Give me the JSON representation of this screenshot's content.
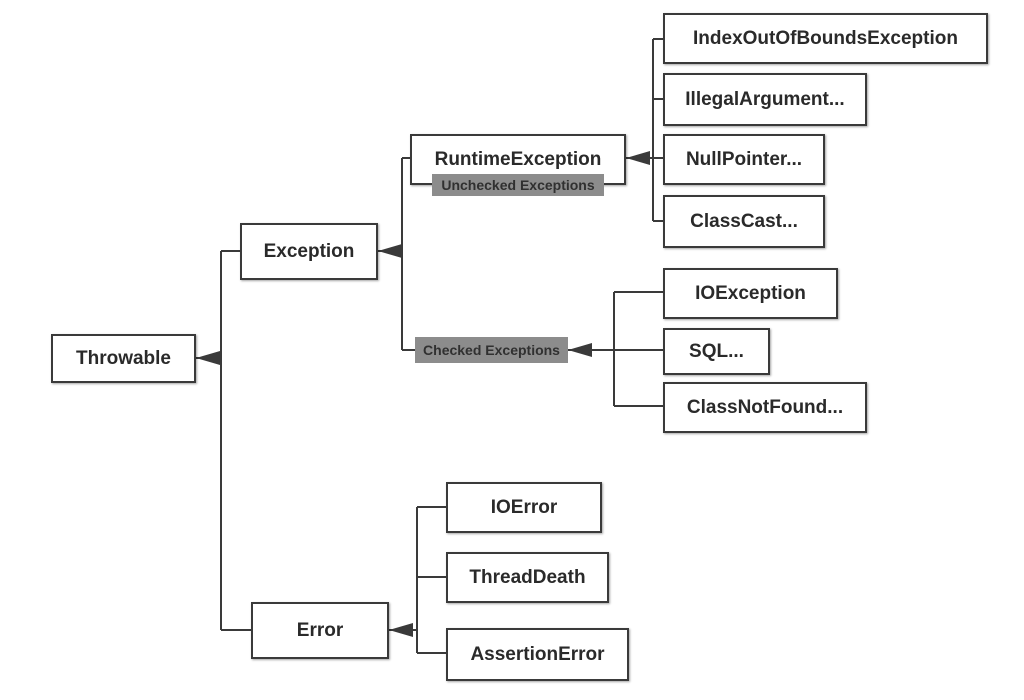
{
  "diagram": {
    "root": "Throwable",
    "exception": "Exception",
    "error": "Error",
    "runtime_exception": "RuntimeException",
    "unchecked_label": "Unchecked Exceptions",
    "checked_label": "Checked Exceptions",
    "runtime_children": [
      "IndexOutOfBoundsException",
      "IllegalArgument...",
      "NullPointer...",
      "ClassCast..."
    ],
    "checked_children": [
      "IOException",
      "SQL...",
      "ClassNotFound..."
    ],
    "error_children": [
      "IOError",
      "ThreadDeath",
      "AssertionError"
    ]
  },
  "colors": {
    "stroke": "#3a3a3a",
    "label_bg": "#8c8c8c",
    "text": "#2a2a2a"
  }
}
